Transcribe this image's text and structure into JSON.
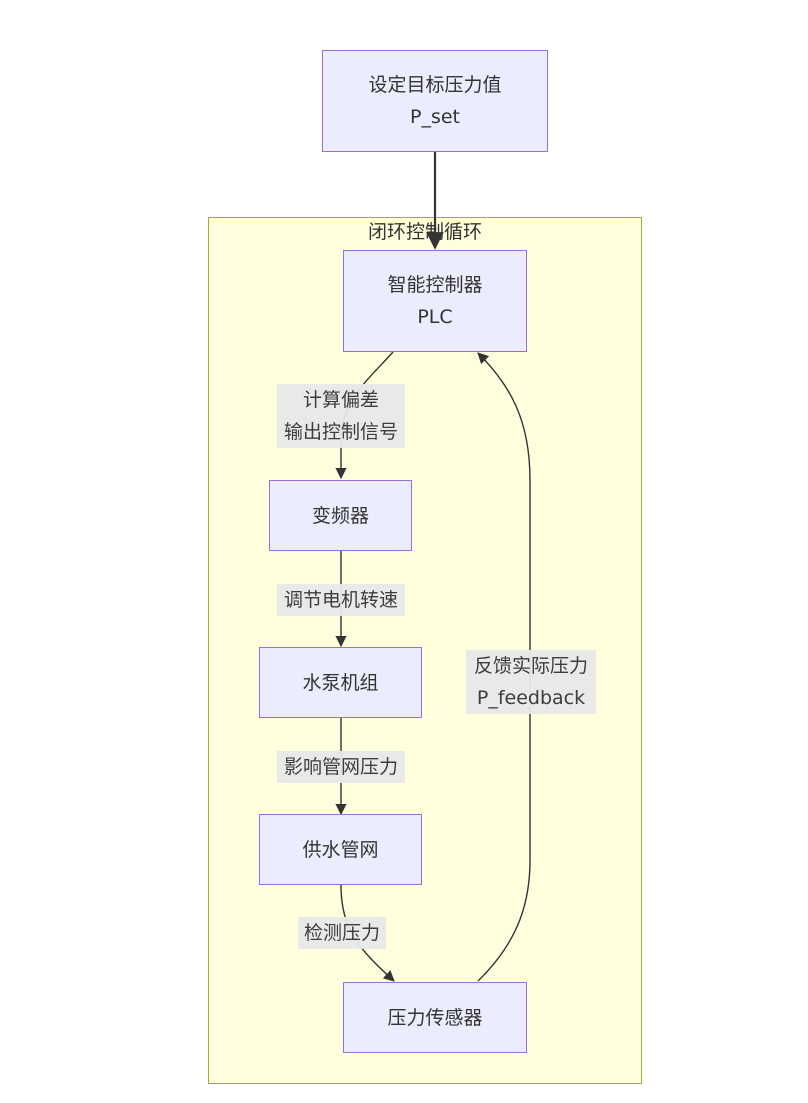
{
  "diagram": {
    "cluster_title": "闭环控制循环",
    "nodes": {
      "target": {
        "line1": "设定目标压力值",
        "line2": "P_set"
      },
      "controller": {
        "line1": "智能控制器",
        "line2": "PLC"
      },
      "vfd": {
        "line1": "变频器"
      },
      "pump": {
        "line1": "水泵机组"
      },
      "network": {
        "line1": "供水管网"
      },
      "sensor": {
        "line1": "压力传感器"
      }
    },
    "edges": {
      "controller_to_vfd": {
        "line1": "计算偏差",
        "line2": "输出控制信号"
      },
      "vfd_to_pump": {
        "line1": "调节电机转速"
      },
      "pump_to_network": {
        "line1": "影响管网压力"
      },
      "network_to_sensor": {
        "line1": "检测压力"
      },
      "sensor_to_controller": {
        "line1": "反馈实际压力",
        "line2": "P_feedback"
      }
    },
    "colors": {
      "node_fill": "#ececff",
      "node_border": "#9370db",
      "cluster_fill": "#ffffde",
      "cluster_border": "#aaaa33",
      "edge": "#333333",
      "label_bg": "#e8e8e8"
    }
  }
}
